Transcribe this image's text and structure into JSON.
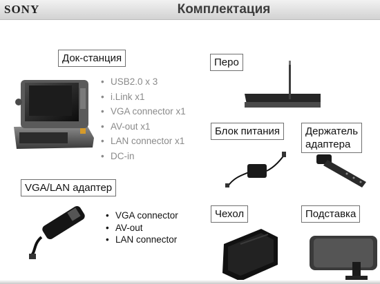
{
  "header": {
    "logo": "SONY",
    "title": "Комплектация"
  },
  "sections": {
    "dock": {
      "label": "Док-станция",
      "features": [
        "USB2.0 x 3",
        "i.Link x1",
        "VGA connector x1",
        "AV-out x1",
        "LAN connector x1",
        "DC-in"
      ]
    },
    "adapter": {
      "label": "VGA/LAN адаптер",
      "features": [
        "VGA connector",
        "AV-out",
        "LAN connector"
      ]
    },
    "stylus": {
      "label": "Перо"
    },
    "power": {
      "label": "Блок питания"
    },
    "holder": {
      "label_line1": "Держатель",
      "label_line2": "адаптера"
    },
    "case": {
      "label": "Чехол"
    },
    "stand": {
      "label": "Подставка"
    }
  }
}
